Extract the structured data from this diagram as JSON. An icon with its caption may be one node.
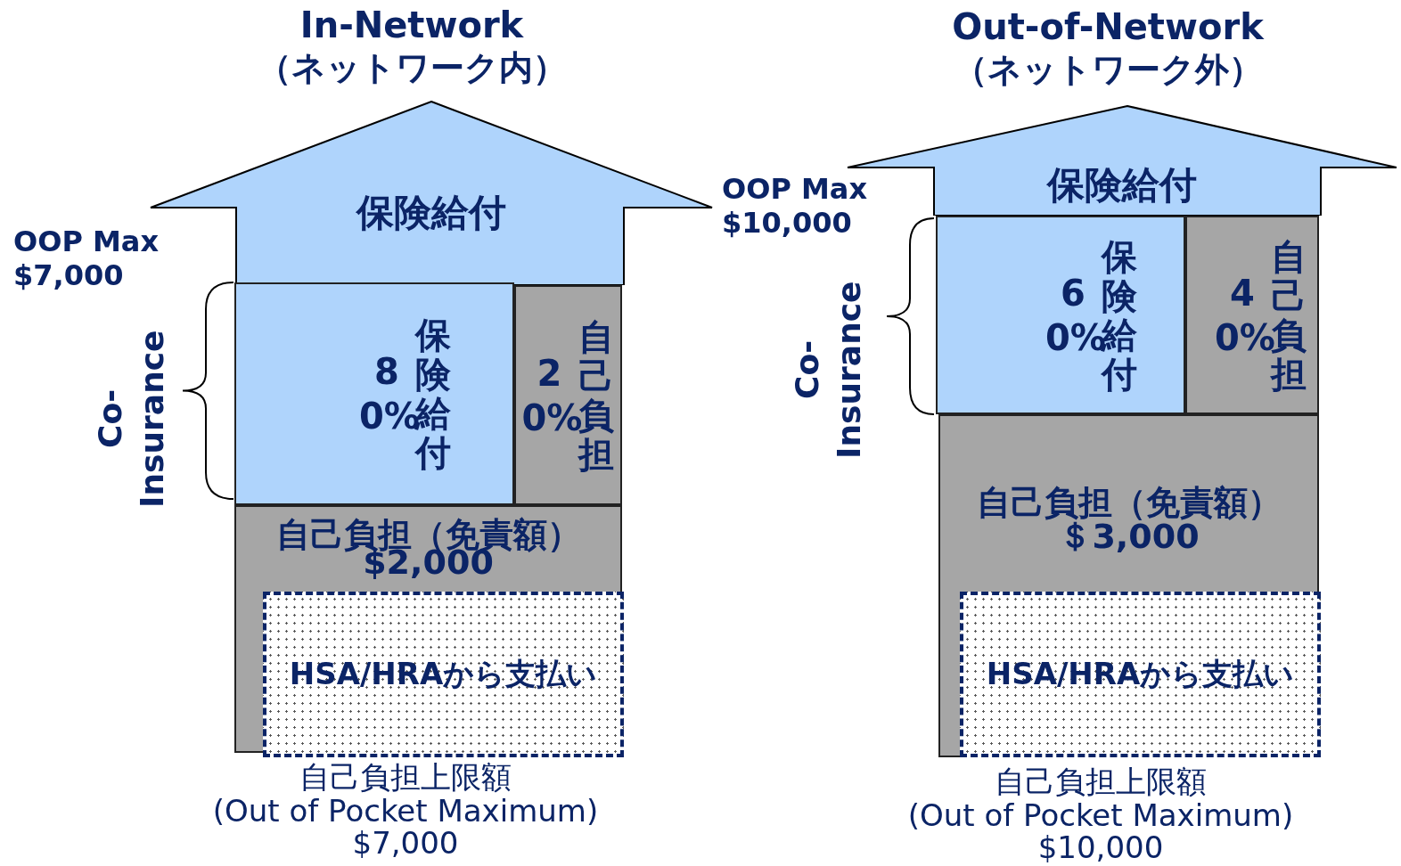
{
  "diagram": {
    "nodes": [
      {
        "text": [
          "保険給付"
        ]
      },
      {
        "text": [
          "80%",
          "保険給付"
        ]
      },
      {
        "text": [
          "20%",
          "自己負担"
        ]
      },
      {
        "text": [
          "自己負担（免責額）",
          "$2,000"
        ]
      },
      {
        "text": [
          "HSA/HRAから支払い"
        ],
        "in": 3
      },
      {
        "text": [
          "保険給付"
        ]
      },
      {
        "text": [
          "60%",
          "保険給付"
        ]
      },
      {
        "text": [
          "40%",
          "自己負担"
        ]
      },
      {
        "text": [
          "自己負担（免責額）",
          "＄3,000"
        ]
      },
      {
        "text": [
          "HSA/HRAから支払い"
        ],
        "in": 8
      }
    ],
    "labels": [
      "In-Network",
      "（ネットワーク内）",
      "OOP Max $7,000",
      "Co-Insurance",
      "自己負担上限額",
      "(Out of Pocket Maximum)",
      "$7,000",
      "Out-of-Network",
      "（ネットワーク外）",
      "OOP Max $10,000",
      "Co-Insurance",
      "自己負担上限額",
      "(Out of Pocket Maximum)",
      "$10,000"
    ]
  }
}
